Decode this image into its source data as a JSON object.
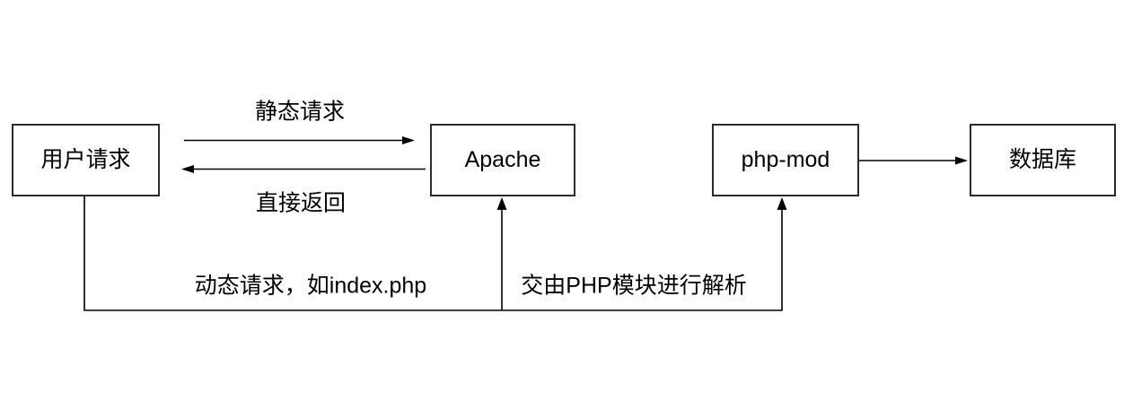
{
  "canvas": {
    "background_color": "#ffffff",
    "stroke_color": "#000000",
    "text_color": "#000000"
  },
  "nodes": {
    "user_request": {
      "label": "用户请求"
    },
    "apache": {
      "label": "Apache"
    },
    "php_mod": {
      "label": "php-mod"
    },
    "database": {
      "label": "数据库"
    }
  },
  "edges": {
    "static_request": {
      "label": "静态请求",
      "from": "用户请求",
      "to": "Apache",
      "direction": "right"
    },
    "direct_return": {
      "label": "直接返回",
      "from": "Apache",
      "to": "用户请求",
      "direction": "left"
    },
    "dynamic_request": {
      "label": "动态请求，如index.php",
      "from": "用户请求",
      "to": "Apache",
      "direction": "up"
    },
    "php_module_parse": {
      "label": "交由PHP模块进行解析",
      "from": "Apache",
      "to": "php-mod",
      "direction": "up"
    },
    "php_to_database": {
      "label": "",
      "from": "php-mod",
      "to": "数据库",
      "direction": "right"
    }
  }
}
